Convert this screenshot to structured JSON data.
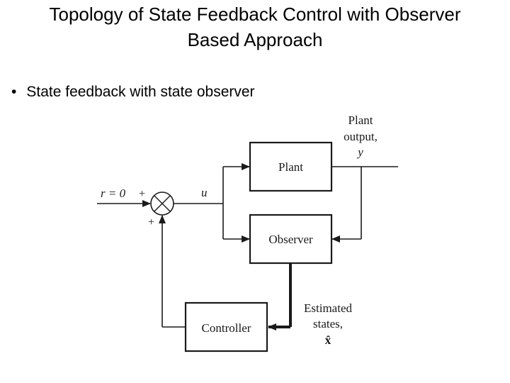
{
  "title": {
    "line1": "Topology of State Feedback Control with Observer",
    "line2": "Based Approach"
  },
  "bullet": "State feedback with state observer",
  "diagram": {
    "plant_label": "Plant",
    "observer_label": "Observer",
    "controller_label": "Controller",
    "plant_output_line1": "Plant",
    "plant_output_line2": "output,",
    "plant_output_symbol": "y",
    "reference_label": "r = 0",
    "sum_plus_top": "+",
    "sum_plus_bottom": "+",
    "control_signal": "u",
    "estimated_line1": "Estimated",
    "estimated_line2": "states,",
    "estimated_symbol": "x̂"
  }
}
